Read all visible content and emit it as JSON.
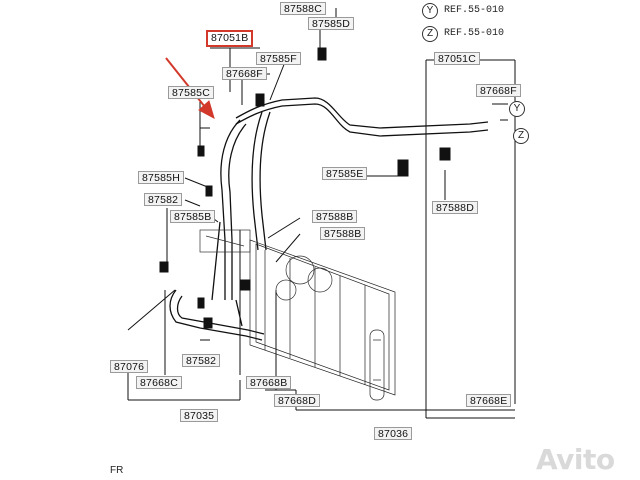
{
  "diagram": {
    "labels": {
      "p87588C": "87588C",
      "p87585D": "87585D",
      "p87051B": "87051B",
      "p87585F": "87585F",
      "p87668F_left": "87668F",
      "p87585C": "87585C",
      "p87051C": "87051C",
      "p87668F_right": "87668F",
      "p87585E": "87585E",
      "p87588D": "87588D",
      "p87585H": "87585H",
      "p87582_top": "87582",
      "p87585B": "87585B",
      "p87588B_1": "87588B",
      "p87588B_2": "87588B",
      "p87076": "87076",
      "p87668C": "87668C",
      "p87582_bottom": "87582",
      "p87668B": "87668B",
      "p87668D": "87668D",
      "p87668E": "87668E",
      "p87035": "87035",
      "p87036": "87036"
    },
    "references": [
      {
        "letter": "Y",
        "text": "REF.55-010"
      },
      {
        "letter": "Z",
        "text": "REF.55-010"
      }
    ],
    "callouts": {
      "y": "Y",
      "z": "Z"
    },
    "corner_text": "FR",
    "watermark": "Avito",
    "highlight_color": "#d2392b"
  }
}
